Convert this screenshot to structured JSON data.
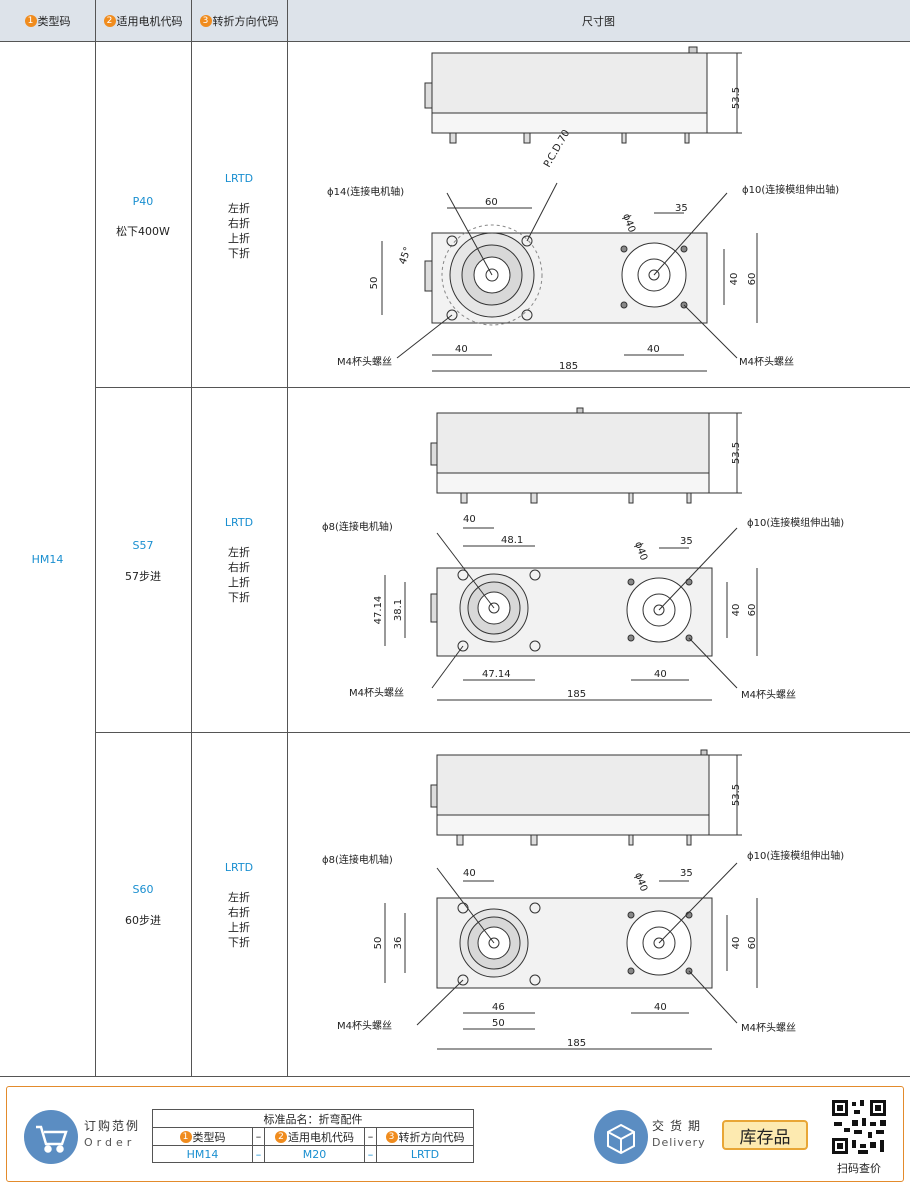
{
  "header": {
    "col1_num": "1",
    "col1_label": "类型码",
    "col2_num": "2",
    "col2_label": "适用电机代码",
    "col3_num": "3",
    "col3_label": "转折方向代码",
    "col4_label": "尺寸图"
  },
  "type_code": "HM14",
  "rows": [
    {
      "motor_code": "P40",
      "motor_name": "松下400W",
      "dir_code": "LRTD",
      "dirs": [
        "左折",
        "右折",
        "上折",
        "下折"
      ],
      "dims": {
        "height": "53.5",
        "pcd": "P.C.D.70",
        "motor_shaft": "ϕ14(连接电机轴)",
        "out_shaft": "ϕ10(连接模组伸出轴)",
        "d40": "ϕ40",
        "w35": "35",
        "w60": "60",
        "h40": "40",
        "h60": "60",
        "h50": "50",
        "angle": "45°",
        "b40": "40",
        "total": "185",
        "b40r": "40",
        "screw_l": "M4杯头螺丝",
        "screw_r": "M4杯头螺丝"
      }
    },
    {
      "motor_code": "S57",
      "motor_name": "57步进",
      "dir_code": "LRTD",
      "dirs": [
        "左折",
        "右折",
        "上折",
        "下折"
      ],
      "dims": {
        "height": "53.5",
        "motor_shaft": "ϕ8(连接电机轴)",
        "out_shaft": "ϕ10(连接模组伸出轴)",
        "t40": "40",
        "t481": "48.1",
        "d40": "ϕ40",
        "w35": "35",
        "h4714": "47.14",
        "h381": "38.1",
        "h40": "40",
        "h60": "60",
        "b4714": "47.14",
        "b40r": "40",
        "total": "185",
        "screw_l": "M4杯头螺丝",
        "screw_r": "M4杯头螺丝"
      }
    },
    {
      "motor_code": "S60",
      "motor_name": "60步进",
      "dir_code": "LRTD",
      "dirs": [
        "左折",
        "右折",
        "上折",
        "下折"
      ],
      "dims": {
        "height": "53.5",
        "motor_shaft": "ϕ8(连接电机轴)",
        "out_shaft": "ϕ10(连接模组伸出轴)",
        "t40": "40",
        "d40": "ϕ40",
        "w35": "35",
        "h50": "50",
        "h36": "36",
        "h40": "40",
        "h60": "60",
        "b46": "46",
        "b50": "50",
        "b40r": "40",
        "total": "185",
        "screw_l": "M4杯头螺丝",
        "screw_r": "M4杯头螺丝"
      }
    }
  ],
  "footer": {
    "order_label": "订购范例",
    "order_sub": "Order",
    "std_title": "标准品名：折弯配件",
    "std_h1_num": "1",
    "std_h1": "类型码",
    "dash": "–",
    "std_h2_num": "2",
    "std_h2": "适用电机代码",
    "std_h3_num": "3",
    "std_h3": "转折方向代码",
    "std_v1": "HM14",
    "std_v2": "M20",
    "std_v3": "LRTD",
    "delivery_label": "交货期",
    "delivery_sub": "Delivery",
    "stock_label": "库存品",
    "qr_label": "扫码查价"
  },
  "colors": {
    "accent_blue": "#1a8fd0",
    "header_bg": "#dde3ea",
    "badge_orange": "#f08c1e",
    "stock_bg": "#fdeab0"
  }
}
